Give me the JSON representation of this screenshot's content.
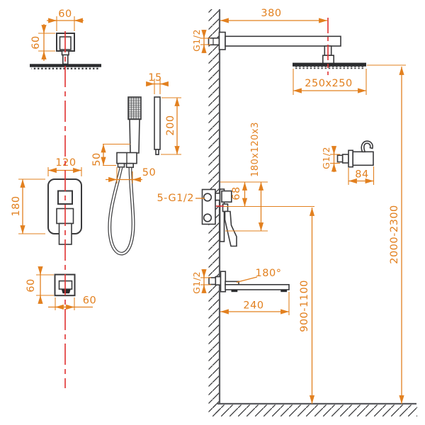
{
  "drawing": {
    "type": "shower-system-installation-dimensions",
    "colors": {
      "dimension": "#E2801F",
      "outline": "#3A3A3C",
      "centerline": "#E03131",
      "wall_floor": "#5B5C60",
      "background": "#FFFFFF"
    },
    "labels": {
      "ceiling_escutcheon_width": "60",
      "ceiling_escutcheon_height": "60",
      "arm_length": "380",
      "arm_thread": "G1/2",
      "head_size": "250x250",
      "head_install_height": "2000-2300",
      "wand_width": "15",
      "wand_length": "200",
      "mixer_width": "120",
      "mixer_height": "180",
      "bracket_offset_vertical": "50",
      "bracket_offset_horizontal": "50",
      "valve_connections": "5-G1/2",
      "valve_outlet_offset": "68",
      "valve_plate_size": "180x120x3",
      "holder_thread": "G1/2",
      "holder_length": "84",
      "spout_thread": "G1/2",
      "spout_swivel_angle": "180°",
      "spout_length": "240",
      "spout_install_height": "900-1100",
      "spout_escutcheon_height": "60",
      "spout_escutcheon_width": "60"
    }
  }
}
